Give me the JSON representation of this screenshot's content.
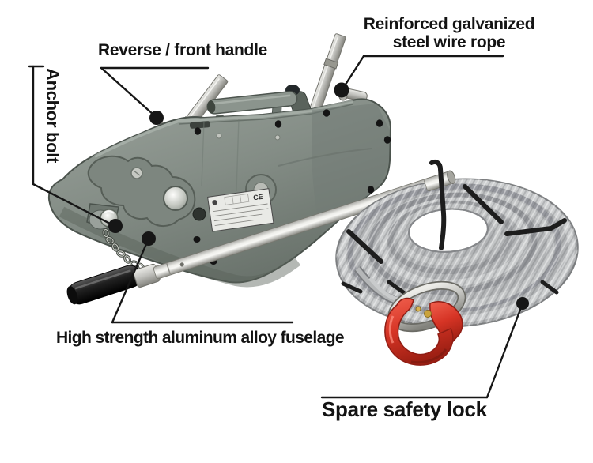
{
  "type": "annotated-product-photo",
  "product_name": "wire-rope-hand-winch",
  "background": "#ffffff",
  "annotations": {
    "reverse_front_handle": {
      "label": "Reverse / front handle"
    },
    "reinforced_rope": {
      "label_line1": "Reinforced galvanized",
      "label_line2": "steel wire rope"
    },
    "anchor_bolt": {
      "label": "Anchor bolt"
    },
    "fuselage": {
      "label": "High strength aluminum alloy fuselage"
    },
    "spare_safety_lock": {
      "label": "Spare safety lock"
    }
  },
  "nameplate": {
    "ce_mark": "CE"
  },
  "colors": {
    "annotation_line": "#161616",
    "body_gray_green": "#87908a",
    "steel_silver": "#c6c6c2",
    "wire_rope_gray": "#b2b4b6",
    "hook_red": "#d93527",
    "latch_pin_gold": "#caa33b",
    "grip_black": "#161616"
  }
}
